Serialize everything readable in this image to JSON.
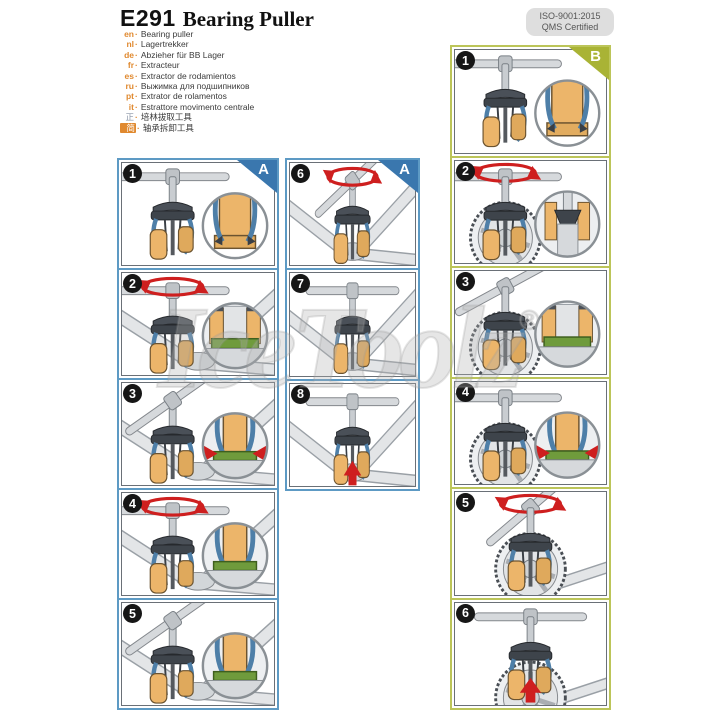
{
  "header": {
    "code": "E291",
    "name": "Bearing Puller",
    "cert_line1": "ISO-9001:2015",
    "cert_line2": "QMS Certified"
  },
  "lang_dot": "·",
  "languages": [
    {
      "code": "en",
      "text": "Bearing puller"
    },
    {
      "code": "nl",
      "text": "Lagertrekker"
    },
    {
      "code": "de",
      "text": "Abzieher für BB Lager"
    },
    {
      "code": "fr",
      "text": "Extracteur"
    },
    {
      "code": "es",
      "text": "Extractor de rodamientos"
    },
    {
      "code": "ru",
      "text": "Выжимка для подшипников"
    },
    {
      "code": "pt",
      "text": "Extrator de rolamentos"
    },
    {
      "code": "it",
      "text": "Estrattore movimento centrale"
    },
    {
      "code": "正",
      "text": "培林拔取工具"
    },
    {
      "code": "简",
      "text": "轴承拆卸工具"
    }
  ],
  "watermark": "IceToolz",
  "watermark_reg": "®",
  "panels": [
    {
      "letter": "A",
      "steps": [
        "1",
        "2",
        "3",
        "4",
        "5"
      ]
    },
    {
      "letter": "A",
      "steps": [
        "6",
        "7",
        "8"
      ]
    },
    {
      "letter": "B",
      "steps": [
        "1",
        "2",
        "3",
        "4",
        "5",
        "6"
      ]
    }
  ],
  "colors": {
    "panel_a_border": "#5D9AC4",
    "panel_b_border": "#BCC559",
    "badge_black": "#161616",
    "accent_red": "#CE1F1F",
    "tool_tan": "#ECB56A",
    "arm_blue": "#4E7FA8",
    "bearing_green": "#6F9B3C",
    "lang_accent_orange": "#E0892F"
  }
}
